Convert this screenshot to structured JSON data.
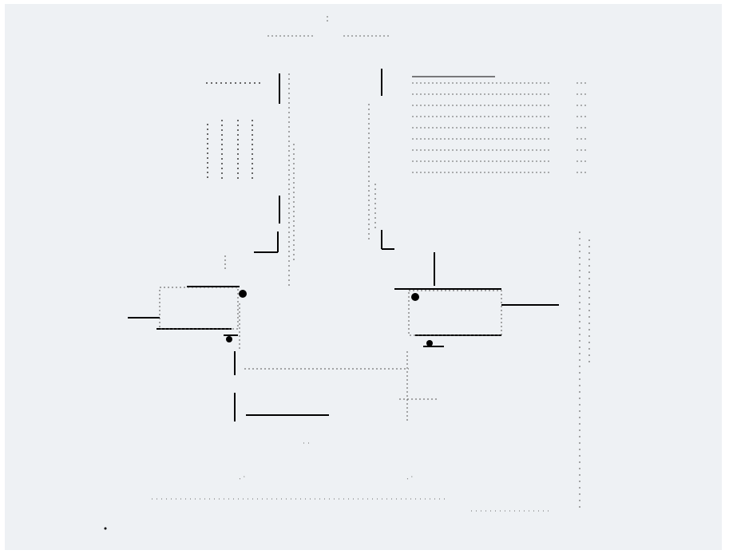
{
  "legend": {
    "title": "",
    "items": [],
    "colors": {
      "line": "#000000",
      "sheet": "#eef1f4",
      "ink": "#333333"
    }
  },
  "notes": {
    "bottom_right": "",
    "top_center": ""
  },
  "icons": [
    "pump-symbol",
    "valve-symbol",
    "dot-marker"
  ]
}
